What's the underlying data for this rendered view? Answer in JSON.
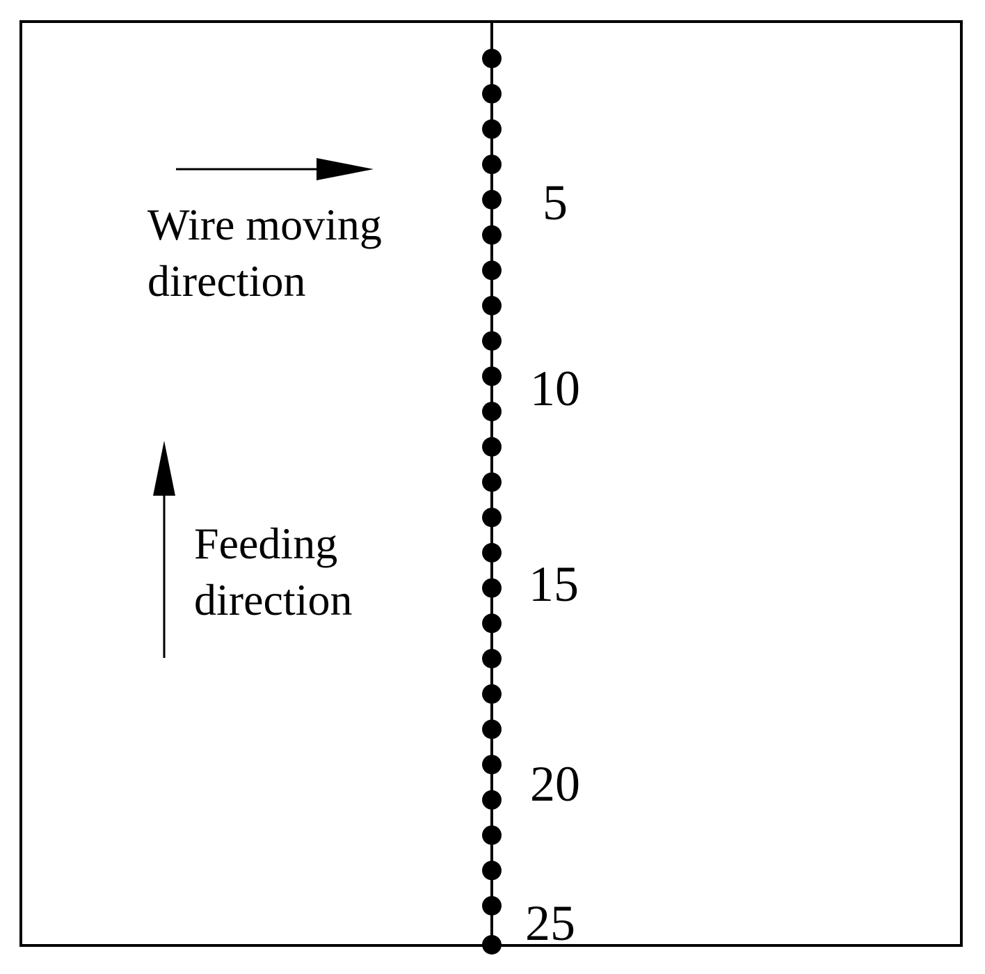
{
  "diagram": {
    "wire_moving_direction": {
      "line1": "Wire moving",
      "line2": "direction"
    },
    "feeding_direction": {
      "line1": "Feeding",
      "line2": "direction"
    },
    "point_count": 25,
    "point_labels": [
      "5",
      "10",
      "15",
      "20",
      "25"
    ],
    "colors": {
      "stroke": "#000000",
      "background": "#ffffff"
    }
  }
}
